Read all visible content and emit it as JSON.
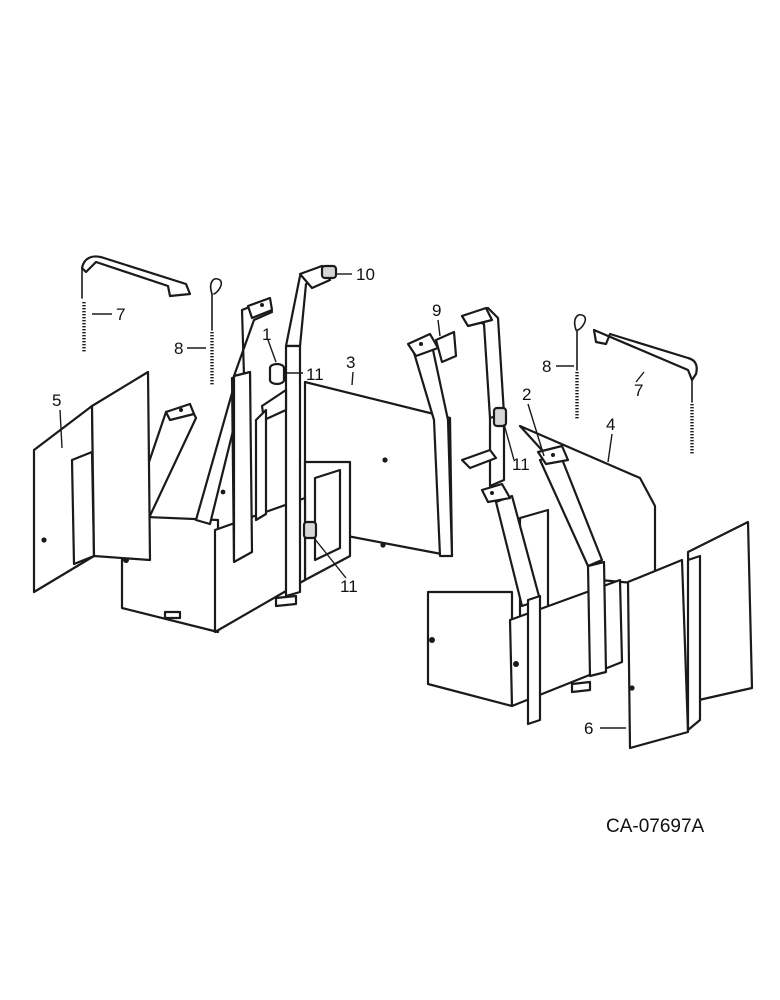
{
  "callouts": {
    "c1": "1",
    "c2": "2",
    "c3": "3",
    "c4": "4",
    "c5": "5",
    "c6": "6",
    "c7_left": "7",
    "c7_right": "7",
    "c8_left": "8",
    "c8_right": "8",
    "c9": "9",
    "c10": "10",
    "c11_top": "11",
    "c11_mid": "11",
    "c11_right": "11"
  },
  "drawing_code": "CA-07697A"
}
